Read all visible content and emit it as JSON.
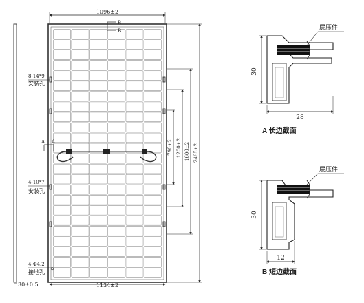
{
  "front_view": {
    "top_width": "1096±2",
    "bottom_width": "1134±2",
    "frame_depth": "30±0.5",
    "heights": [
      "790±2",
      "1200±2",
      "1600±2",
      "2465±2"
    ],
    "hole_mounting": {
      "size": "8-14*9",
      "label": "安装孔"
    },
    "hole_mounting_2": {
      "size": "4-10*7",
      "label": "安装孔"
    },
    "hole_ground": {
      "size": "4-Φ4.2",
      "label": "接地孔"
    },
    "section_marks": {
      "b": "B",
      "a": "A"
    },
    "cell_grid": {
      "columns": 6,
      "rows": 24
    }
  },
  "section_a": {
    "title": "A 长边截面",
    "callout": "层压件",
    "height": "30",
    "width": "28"
  },
  "section_b": {
    "title": "B 短边截面",
    "callout": "层压件",
    "height": "30",
    "width": "12"
  }
}
